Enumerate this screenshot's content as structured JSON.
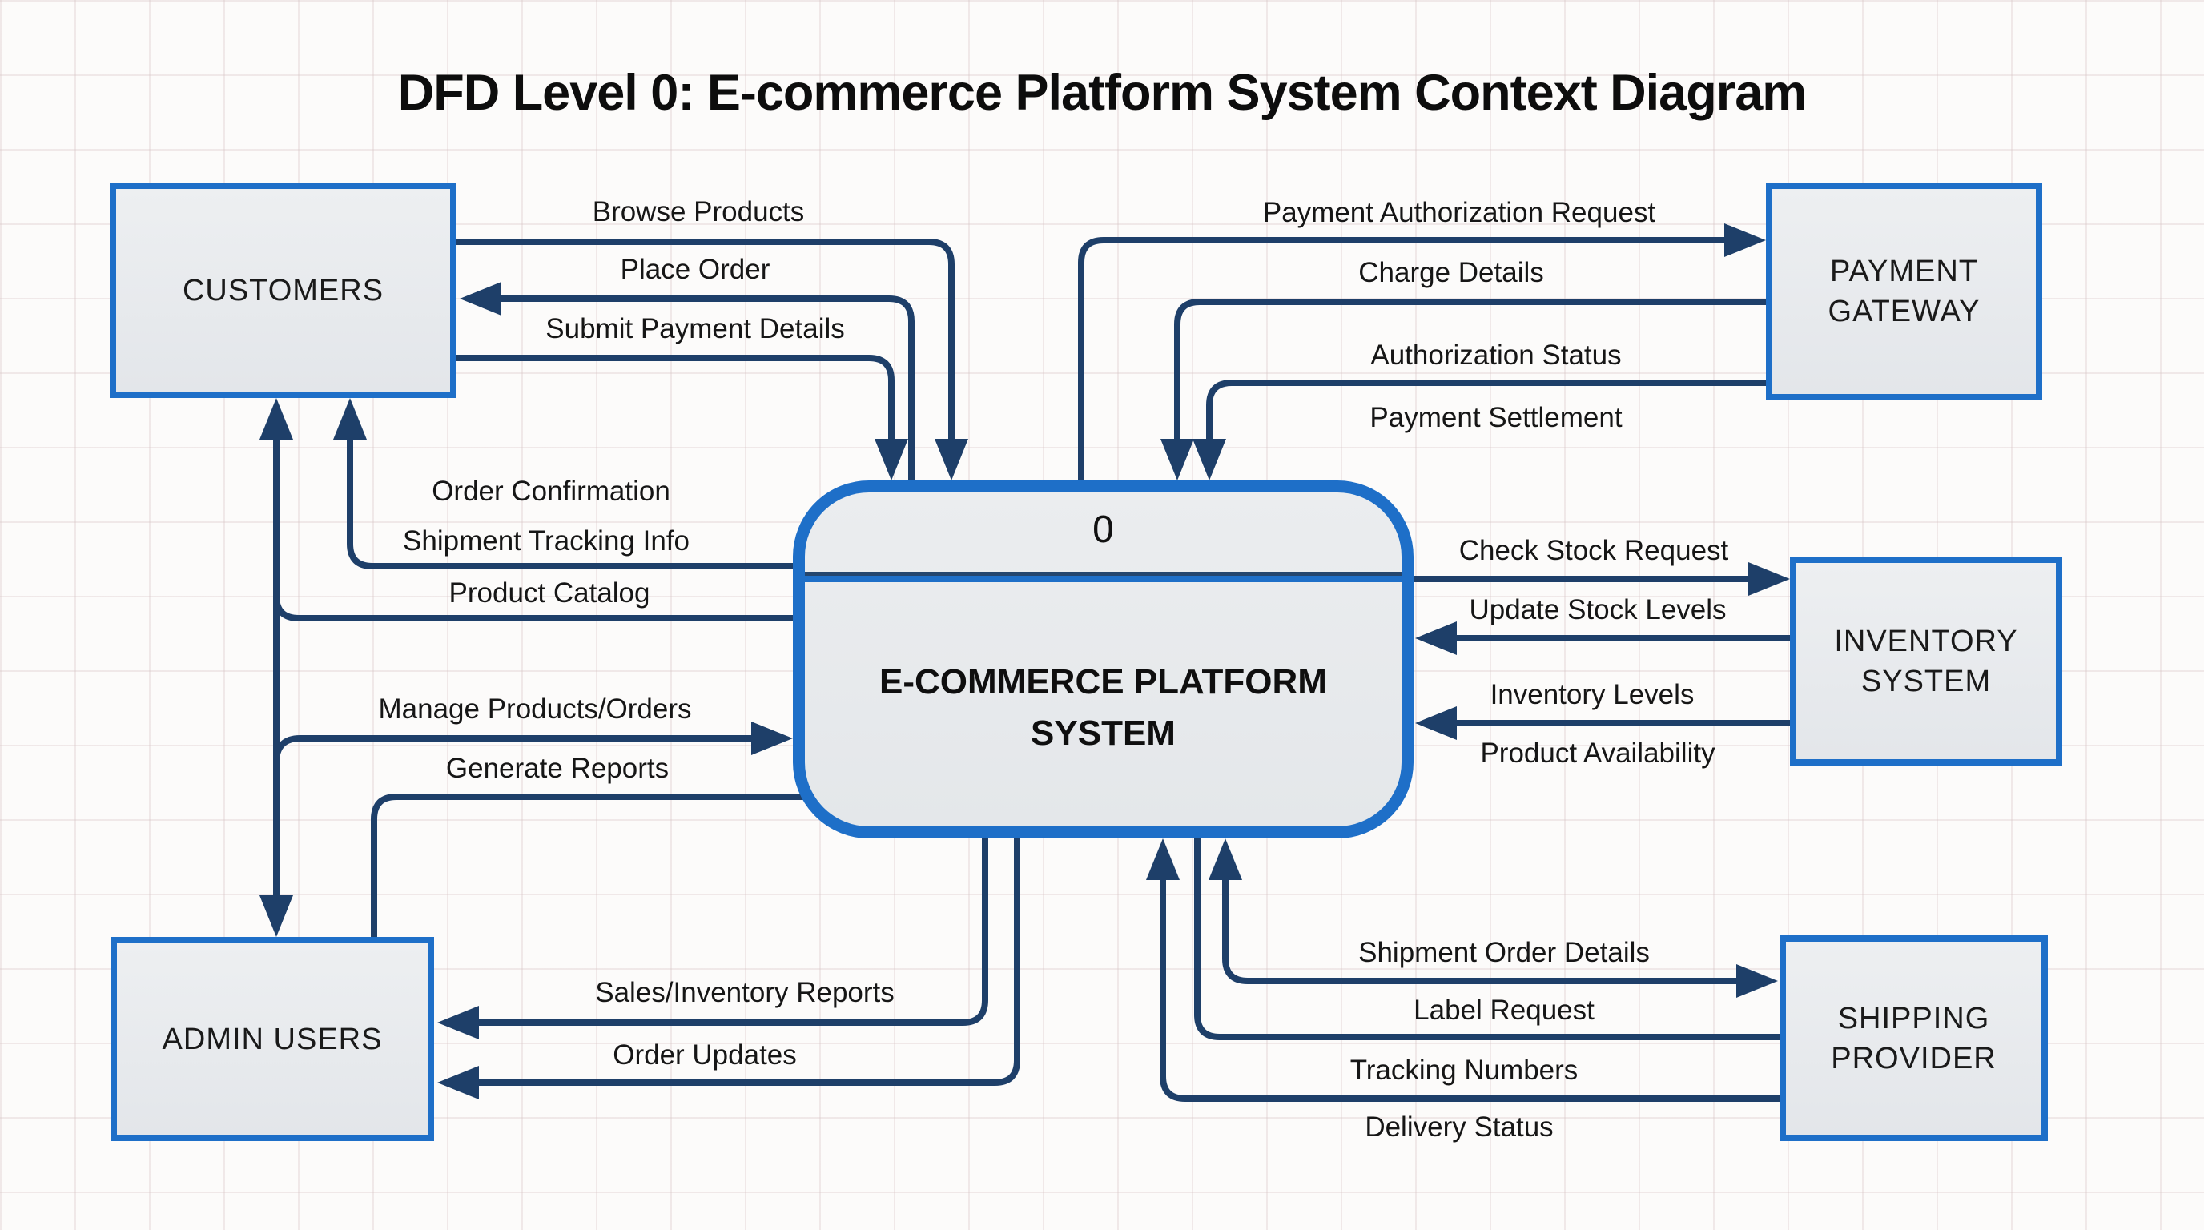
{
  "title": "DFD Level 0: E-commerce Platform System Context Diagram",
  "process": {
    "number": "0",
    "name": "E-COMMERCE PLATFORM SYSTEM"
  },
  "entities": {
    "customers": "CUSTOMERS",
    "payment_gateway": "PAYMENT GATEWAY",
    "inventory_system": "INVENTORY SYSTEM",
    "admin_users": "ADMIN USERS",
    "shipping_provider": "SHIPPING PROVIDER"
  },
  "flows": {
    "browse_products": "Browse Products",
    "place_order": "Place Order",
    "submit_payment_details": "Submit Payment Details",
    "order_confirmation": "Order Confirmation",
    "shipment_tracking_info": "Shipment Tracking Info",
    "product_catalog": "Product Catalog",
    "manage_products_orders": "Manage Products/Orders",
    "generate_reports": "Generate Reports",
    "sales_inventory_reports": "Sales/Inventory Reports",
    "order_updates": "Order Updates",
    "payment_authorization_request": "Payment Authorization Request",
    "charge_details": "Charge Details",
    "authorization_status": "Authorization Status",
    "payment_settlement": "Payment Settlement",
    "check_stock_request": "Check Stock Request",
    "update_stock_levels": "Update Stock Levels",
    "inventory_levels": "Inventory Levels",
    "product_availability": "Product Availability",
    "shipment_order_details": "Shipment Order Details",
    "label_request": "Label Request",
    "tracking_numbers": "Tracking Numbers",
    "delivery_status": "Delivery Status"
  },
  "colors": {
    "box_border": "#1e6fc8",
    "box_fill": "#e8eaec",
    "flow_line": "#1e3f69",
    "text": "#141414",
    "background": "#fcfbfa"
  }
}
